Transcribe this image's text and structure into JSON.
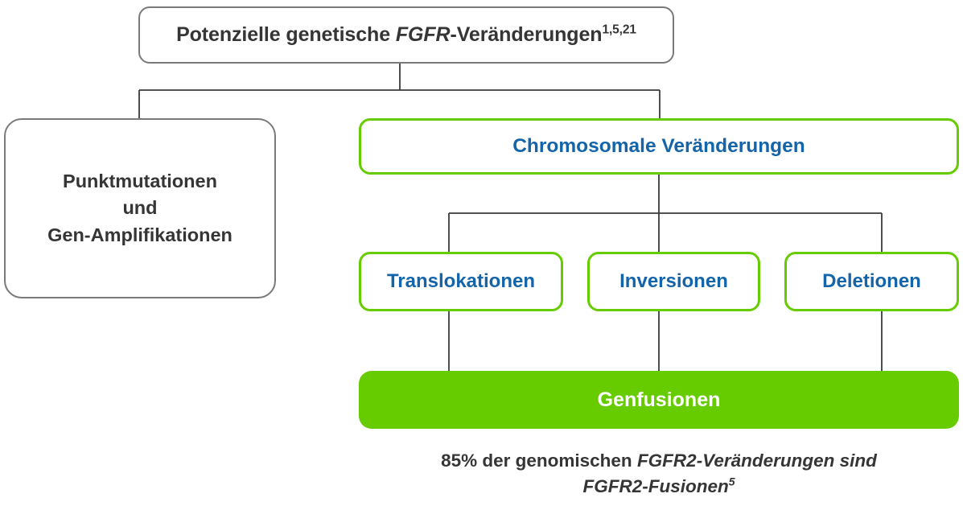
{
  "diagram": {
    "title_box": {
      "text_before_italic": "Potenzielle genetische ",
      "italic_gene": "FGFR",
      "text_after_italic": "-Veränderungen",
      "superscript": "1,5,21",
      "full_text": "Potenzielle genetische FGFR-Veränderungen1,5,21"
    },
    "point_mutations_box": {
      "line1": "Punktmutationen",
      "line2": "und",
      "line3": "Gen-Amplifikationen",
      "full_text": "Punktmutationen und Gen-Amplifikationen"
    },
    "chromosomal_box": {
      "label": "Chromosomale Veränderungen"
    },
    "sub_boxes": [
      {
        "label": "Translokationen"
      },
      {
        "label": "Inversionen"
      },
      {
        "label": "Deletionen"
      }
    ],
    "gene_fusions_box": {
      "label": "Genfusionen"
    },
    "caption": {
      "line1_plain": "85% der genomischen ",
      "line1_italic": "FGFR2-Veränderungen sind",
      "line2_italic": "FGFR2-Fusionen",
      "line2_superscript": "5",
      "full_text": "85% der genomischen FGFR2-Veränderungen sind FGFR2-Fusionen5"
    }
  },
  "colors": {
    "green": "#66cc00",
    "blue": "#1464aa",
    "dark_grey_text": "#353535",
    "grey_border": "#7a7a7a",
    "connector_line": "#3a3a3a",
    "white": "#ffffff"
  }
}
